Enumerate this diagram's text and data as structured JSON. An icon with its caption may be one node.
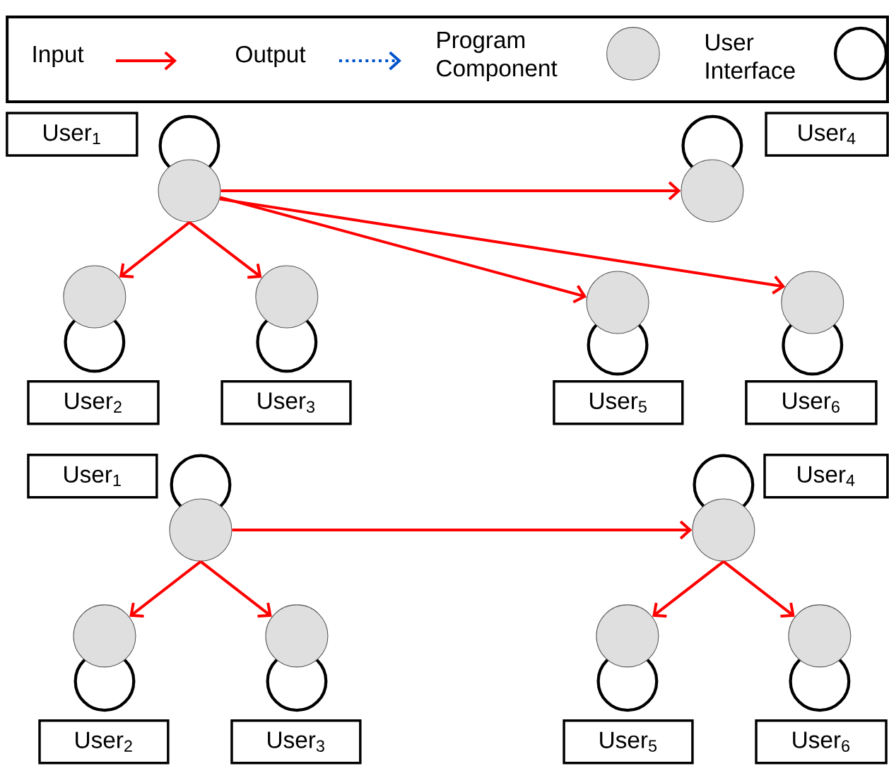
{
  "diagram": {
    "nodes": [
      {
        "text": [
          "User$_{1}$"
        ]
      },
      {
        "text": [],
        "shape": "circle"
      },
      {
        "text": [],
        "shape": "circle"
      },
      {
        "text": [
          "User$_{4}$"
        ]
      },
      {
        "text": [],
        "shape": "circle"
      },
      {
        "text": [],
        "shape": "circle"
      },
      {
        "text": [],
        "shape": "circle"
      },
      {
        "text": [],
        "shape": "circle"
      },
      {
        "text": [
          "User$_{2}$"
        ]
      },
      {
        "text": [
          "User$_{3}$"
        ]
      },
      {
        "text": [
          "User$_{5}$"
        ]
      },
      {
        "text": [
          "User$_{6}$"
        ]
      },
      {
        "text": [
          "User$_{1}$"
        ]
      },
      {
        "text": [],
        "shape": "circle"
      },
      {
        "text": [],
        "shape": "circle"
      },
      {
        "text": [
          "User$_{4}$"
        ]
      },
      {
        "text": [],
        "shape": "circle"
      },
      {
        "text": [],
        "shape": "circle"
      },
      {
        "text": [],
        "shape": "circle"
      },
      {
        "text": [],
        "shape": "circle"
      },
      {
        "text": [
          "User$_{2}$"
        ]
      },
      {
        "text": [
          "User$_{3}$"
        ]
      },
      {
        "text": [
          "User$_{5}$"
        ]
      },
      {
        "text": [
          "User$_{6}$"
        ]
      }
    ],
    "edges": [
      {
        "from": 1,
        "to": 2,
        "arrow": "to"
      },
      {
        "from": 1,
        "to": 4,
        "arrow": "to"
      },
      {
        "from": 1,
        "to": 5,
        "arrow": "to"
      },
      {
        "from": 1,
        "to": 6,
        "arrow": "to"
      },
      {
        "from": 1,
        "to": 7,
        "arrow": "to"
      },
      {
        "from": 13,
        "to": 14,
        "arrow": "to"
      },
      {
        "from": 13,
        "to": 16,
        "arrow": "to"
      },
      {
        "from": 13,
        "to": 17,
        "arrow": "to"
      },
      {
        "from": 14,
        "to": 18,
        "arrow": "to"
      },
      {
        "from": 14,
        "to": 19,
        "arrow": "to"
      }
    ],
    "legend": [
      {
        "text": "Input"
      },
      {
        "text": "Output"
      },
      {
        "text": "Program Component"
      },
      {
        "text": "User Interface"
      }
    ]
  }
}
